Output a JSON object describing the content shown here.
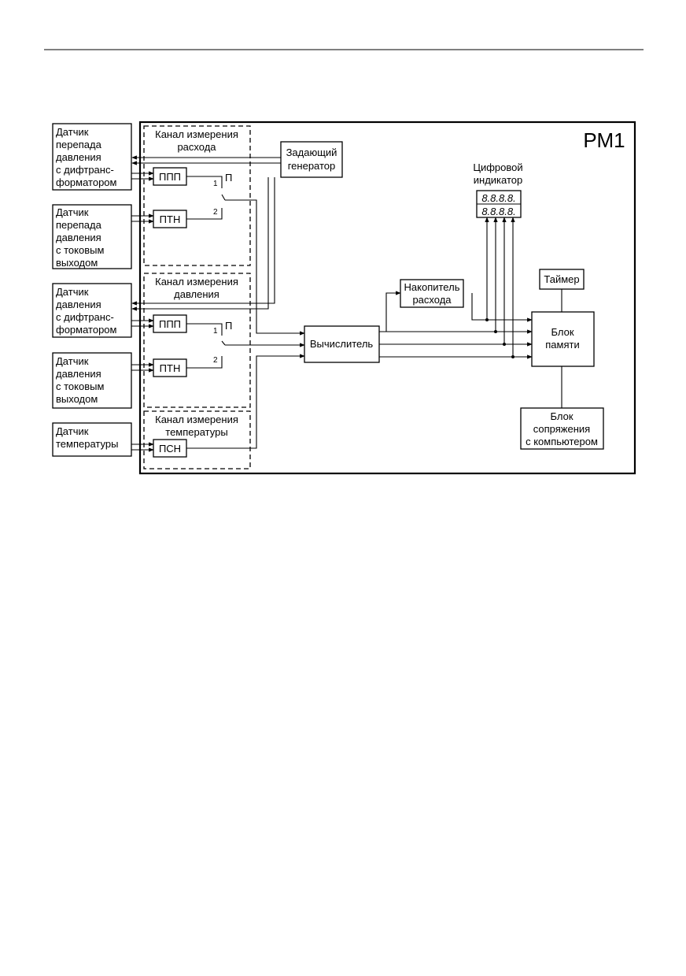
{
  "colors": {
    "line": "#000000",
    "background": "#ffffff"
  },
  "device": {
    "title": "РМ1"
  },
  "sensors": [
    {
      "lines": [
        "Датчик",
        "перепада",
        "давления",
        "с дифтранс-",
        "форматором"
      ]
    },
    {
      "lines": [
        "Датчик",
        "перепада",
        "давления",
        "с токовым",
        "выходом"
      ]
    },
    {
      "lines": [
        "Датчик",
        "давления",
        "с дифтранс-",
        "форматором"
      ]
    },
    {
      "lines": [
        "Датчик",
        "давления",
        "с токовым",
        "выходом"
      ]
    },
    {
      "lines": [
        "Датчик",
        "температуры"
      ]
    }
  ],
  "channels": {
    "flow": {
      "lines": [
        "Канал измерения",
        "расхода"
      ]
    },
    "pressure": {
      "lines": [
        "Канал измерения",
        "давления"
      ]
    },
    "temperature": {
      "lines": [
        "Канал измерения",
        "температуры"
      ]
    }
  },
  "converters": {
    "ppp": "ППП",
    "ptn": "ПТН",
    "psn": "ПСН"
  },
  "switch": {
    "name": "П",
    "pos1": "1",
    "pos2": "2"
  },
  "generator": {
    "lines": [
      "Задающий",
      "генератор"
    ]
  },
  "indicator": {
    "lines": [
      "Цифровой",
      "индикатор"
    ],
    "digits": "8.8.8.8."
  },
  "accumulator": {
    "lines": [
      "Накопитель",
      "расхода"
    ]
  },
  "calculator": {
    "label": "Вычислитель"
  },
  "timer": {
    "label": "Таймер"
  },
  "memory": {
    "lines": [
      "Блок",
      "памяти"
    ]
  },
  "interface": {
    "lines": [
      "Блок",
      "сопряжения",
      "с компьютером"
    ]
  }
}
